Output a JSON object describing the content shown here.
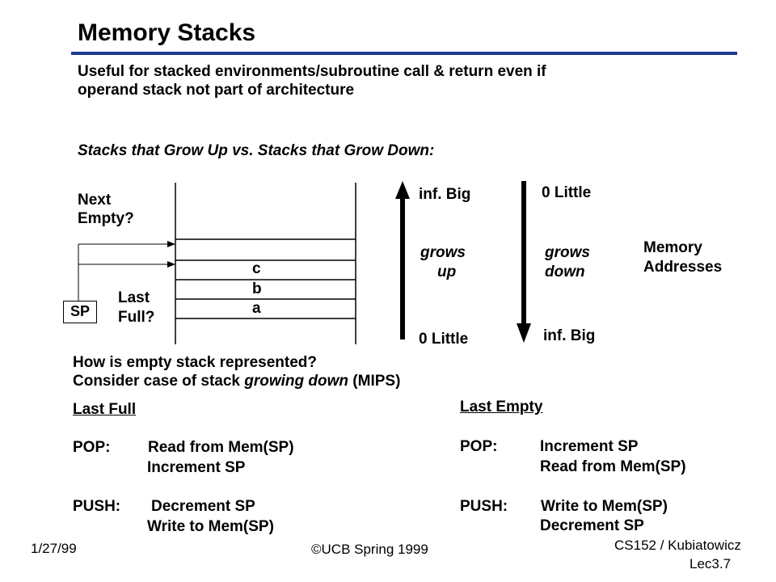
{
  "slide": {
    "title": "Memory Stacks",
    "intro_line1": "Useful for stacked environments/subroutine call & return even if",
    "intro_line2": "operand stack not part of architecture",
    "subtitle": "Stacks that Grow Up vs. Stacks that Grow Down:"
  },
  "diagram": {
    "next_empty_line1": "Next",
    "next_empty_line2": "Empty?",
    "last_full_line1": "Last",
    "last_full_line2": "Full?",
    "sp_label": "SP",
    "cells": [
      "c",
      "b",
      "a"
    ],
    "grows_up": {
      "top_label": "inf.  Big",
      "line1": "grows",
      "line2": "up",
      "bottom_label": "0  Little"
    },
    "grows_down": {
      "top_label": "0  Little",
      "line1": "grows",
      "line2": "down",
      "bottom_label": "inf.  Big"
    },
    "memory_addresses_line1": "Memory",
    "memory_addresses_line2": "Addresses"
  },
  "question": {
    "line1": "How is empty stack represented?",
    "line2_pre": "Consider case of stack ",
    "line2_italic": "growing down",
    "line2_post": " (MIPS)"
  },
  "last_full": {
    "heading": "Last Full",
    "pop_label": "POP:",
    "pop_step1": "Read from Mem(SP)",
    "pop_step2": "Increment SP",
    "push_label": "PUSH:",
    "push_step1": "Decrement SP",
    "push_step2": "Write to Mem(SP)"
  },
  "last_empty": {
    "heading": "Last Empty",
    "pop_label": "POP:",
    "pop_step1": "Increment SP",
    "pop_step2": "Read from Mem(SP)",
    "push_label": "PUSH:",
    "push_step1": "Write to Mem(SP)",
    "push_step2": "Decrement SP"
  },
  "footer": {
    "date": "1/27/99",
    "copyright": "©UCB Spring 1999",
    "course": "CS152 / Kubiatowicz",
    "lecture": "Lec3.7"
  }
}
